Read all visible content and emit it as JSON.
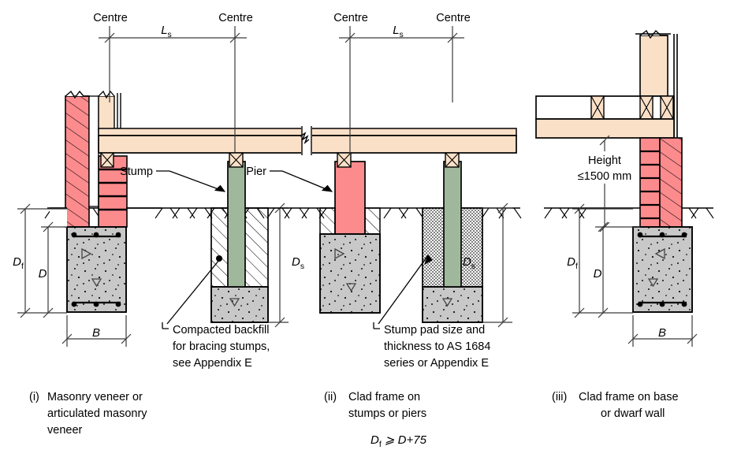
{
  "figure": {
    "title": "Footing and floor support details",
    "colors": {
      "brick_pink": "#fc8b8e",
      "timber_tan": "#fbe0c8",
      "stump_green": "#9fb89b",
      "concrete_grey": "#c8c8c8",
      "line": "#000000",
      "dim_line": "#3a3a3a"
    }
  },
  "dimensions": {
    "centre_left_1": "Centre",
    "centre_right_1": "Centre",
    "centre_left_2": "Centre",
    "centre_right_2": "Centre",
    "span_1": "L",
    "span_1_sub": "s",
    "span_2": "L",
    "span_2_sub": "s",
    "df_1": "D",
    "df_1_sub": "f",
    "d_1": "D",
    "b_1": "B",
    "ds_1": "D",
    "ds_1_sub": "s",
    "ds_2": "D",
    "ds_2_sub": "s",
    "df_3": "D",
    "df_3_sub": "f",
    "d_3": "D",
    "b_3": "B",
    "height_label_line1": "Height",
    "height_label_line2": "≤1500 mm"
  },
  "callouts": {
    "stump": "Stump",
    "pier": "Pier",
    "backfill_line1": "Compacted backfill",
    "backfill_line2": "for bracing stumps,",
    "backfill_line3": "see Appendix E",
    "stump_pad_line1": "Stump pad size and",
    "stump_pad_line2": "thickness to AS 1684",
    "stump_pad_line3": "series or Appendix E"
  },
  "captions": {
    "i": {
      "number": "(i)",
      "line1": "Masonry veneer or",
      "line2": "articulated masonry",
      "line3": "veneer"
    },
    "ii": {
      "number": "(ii)",
      "line1": "Clad frame on",
      "line2": "stumps or piers",
      "note_d": "D",
      "note_d_sub": "f",
      "note_rest": " ⩾ D+75"
    },
    "iii": {
      "number": "(iii)",
      "line1": "Clad frame on base",
      "line2": "or dwarf wall"
    }
  }
}
